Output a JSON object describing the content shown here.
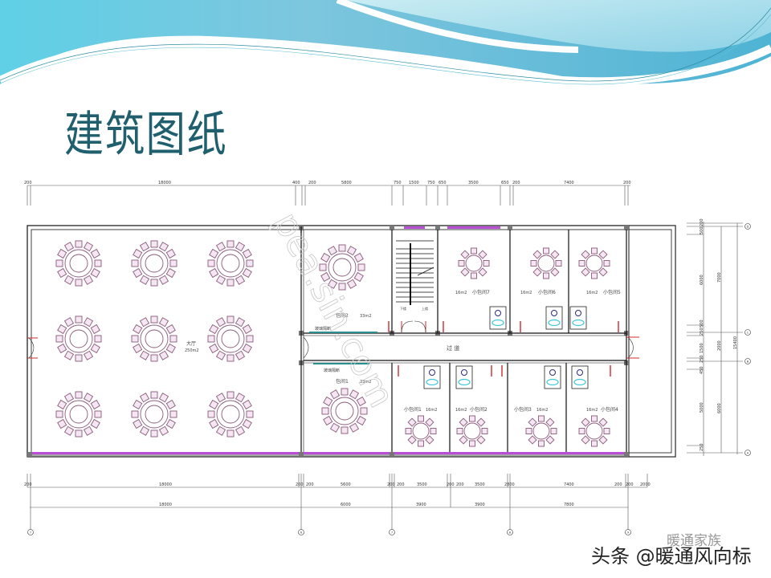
{
  "slide": {
    "title": "建筑图纸",
    "footer_watermark": "头条 @暖通风向标",
    "footer_sub": "暖通家族",
    "diagonal_watermark": "pea.sin.com"
  },
  "colors": {
    "title": "#1f5f6e",
    "banner_light": "#bfe6ef",
    "banner_mid": "#7ccbe0",
    "banner_dark": "#4fb3d4",
    "table": "#8a5a7a",
    "chair_fill": "#f4e6f2",
    "window": "#b84fd6",
    "glass": "#2a8f8f",
    "door": "#d4282e",
    "fixture": "#40c8d8"
  },
  "floor_plan": {
    "rooms": [
      {
        "id": "hall",
        "name": "大厅",
        "area": "250m2"
      },
      {
        "id": "private-2",
        "name": "包间2",
        "area": "33m2"
      },
      {
        "id": "private-1",
        "name": "包间1",
        "area": "33m2"
      },
      {
        "id": "small-7",
        "name": "小包间7",
        "area": "16m2"
      },
      {
        "id": "small-6",
        "name": "小包间6",
        "area": "16m2"
      },
      {
        "id": "small-5",
        "name": "小包间5",
        "area": "16m2"
      },
      {
        "id": "small-1",
        "name": "小包间1",
        "area": "16m2"
      },
      {
        "id": "small-2",
        "name": "小包间2",
        "area": "16m2"
      },
      {
        "id": "small-3",
        "name": "小包间3",
        "area": "16m2"
      },
      {
        "id": "small-4",
        "name": "小包间4",
        "area": "16m2"
      },
      {
        "id": "corridor",
        "name": "过 道",
        "area": ""
      }
    ],
    "stair_labels": {
      "down": "下楼",
      "up": "上楼"
    },
    "glass_label": "玻璃隔断",
    "top_dims": [
      "200",
      "18000",
      "400",
      "200",
      "5800",
      "750",
      "1500",
      "750",
      "650",
      "3500",
      "650",
      "200",
      "7400",
      "200"
    ],
    "bottom_dims_row1": [
      "200",
      "18000",
      "200",
      "200",
      "5600",
      "200",
      "200",
      "3500",
      "200",
      "200",
      "3500",
      "2800",
      "7400",
      "200",
      "200",
      "2000"
    ],
    "bottom_dims_row2": [
      "18000",
      "6000",
      "3900",
      "3900",
      "7800"
    ],
    "right_dims_inner": [
      "200",
      "500",
      "6000",
      "500",
      "250",
      "1500",
      "250",
      "450",
      "5000",
      "250",
      "50"
    ],
    "right_dims_mid": [
      "7000",
      "2000",
      "6000"
    ],
    "right_dims_total": "15400",
    "axes_bottom": [
      "7",
      "6",
      "7",
      "8",
      "9"
    ],
    "axes_right": [
      "D",
      "C",
      "B",
      "A"
    ]
  }
}
